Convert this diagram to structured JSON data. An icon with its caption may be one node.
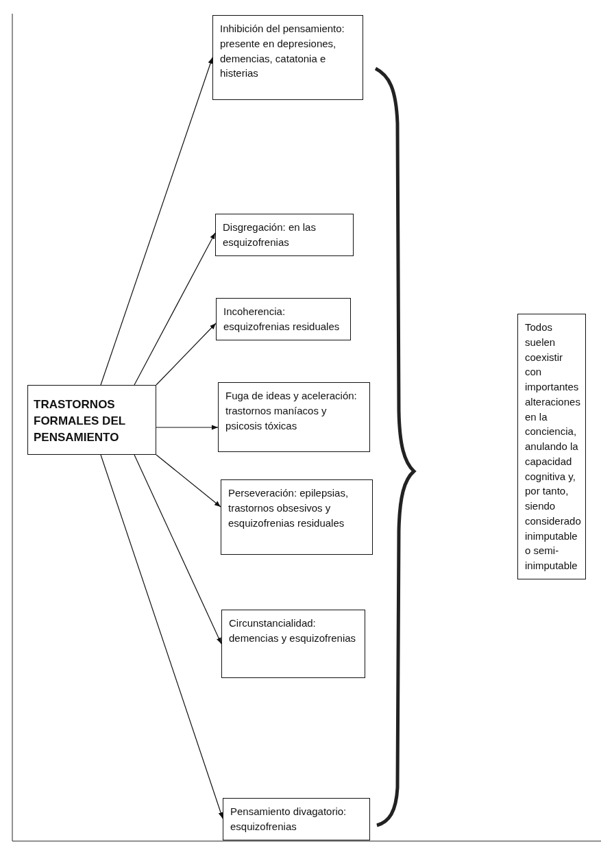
{
  "diagram": {
    "nodes": [
      {
        "text": [
          "TRASTORNOS FORMALES DEL PENSAMIENTO"
        ]
      },
      {
        "text": [
          "Inhibición del pensamiento: presente en depresiones, demencias, catatonia e histerias"
        ]
      },
      {
        "text": [
          "Disgregación: en las esquizofrenias"
        ]
      },
      {
        "text": [
          "Incoherencia: esquizofrenias residuales"
        ]
      },
      {
        "text": [
          "Fuga de ideas y aceleración: trastornos maníacos y psicosis tóxicas"
        ]
      },
      {
        "text": [
          "Perseveración: epilepsias, trastornos obsesivos y esquizofrenias residuales"
        ]
      },
      {
        "text": [
          "Circunstancialidad: demencias y esquizofrenias"
        ]
      },
      {
        "text": [
          "Pensamiento divagatorio: esquizofrenias"
        ]
      },
      {
        "text": [
          "Todos suelen coexistir con importantes alteraciones en la conciencia, anulando la capacidad cognitiva y, por tanto, siendo considerado inimputable o semi-inimputable"
        ]
      }
    ],
    "edges": [
      {
        "from": 0,
        "to": 1,
        "arrow": "to"
      },
      {
        "from": 0,
        "to": 2,
        "arrow": "to"
      },
      {
        "from": 0,
        "to": 3,
        "arrow": "to"
      },
      {
        "from": 0,
        "to": 4,
        "arrow": "to"
      },
      {
        "from": 0,
        "to": 5,
        "arrow": "to"
      },
      {
        "from": 0,
        "to": 6,
        "arrow": "to"
      },
      {
        "from": 0,
        "to": 7,
        "arrow": "to"
      }
    ]
  }
}
